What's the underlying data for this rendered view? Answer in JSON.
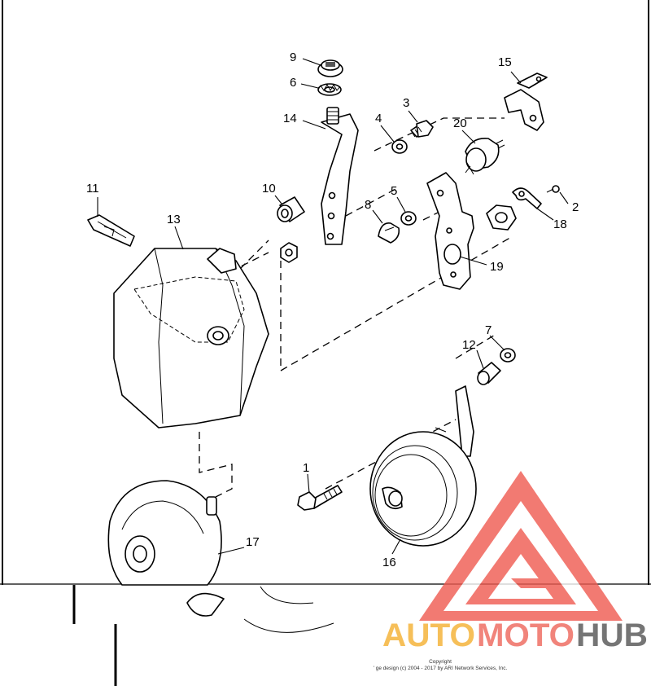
{
  "callouts": {
    "c1": "1",
    "c2": "2",
    "c3": "3",
    "c4": "4",
    "c5": "5",
    "c6": "6",
    "c7": "7",
    "c8": "8",
    "c9": "9",
    "c10": "10",
    "c11": "11",
    "c12": "12",
    "c13": "13",
    "c14": "14",
    "c15": "15",
    "c16": "16",
    "c17": "17",
    "c18": "18",
    "c19": "19",
    "c20": "20"
  },
  "watermark": {
    "auto": "AUTO",
    "moto": "MOTO",
    "hub": "HUB",
    "colors": {
      "auto": "#f5b43c",
      "moto": "#ee6e64",
      "hub": "#666666",
      "logo": "#ef5a50"
    }
  },
  "copyright": {
    "line1": "Copyright",
    "line2": "' ge design (c) 2004 - 2017 by ARI Network Services, Inc."
  }
}
